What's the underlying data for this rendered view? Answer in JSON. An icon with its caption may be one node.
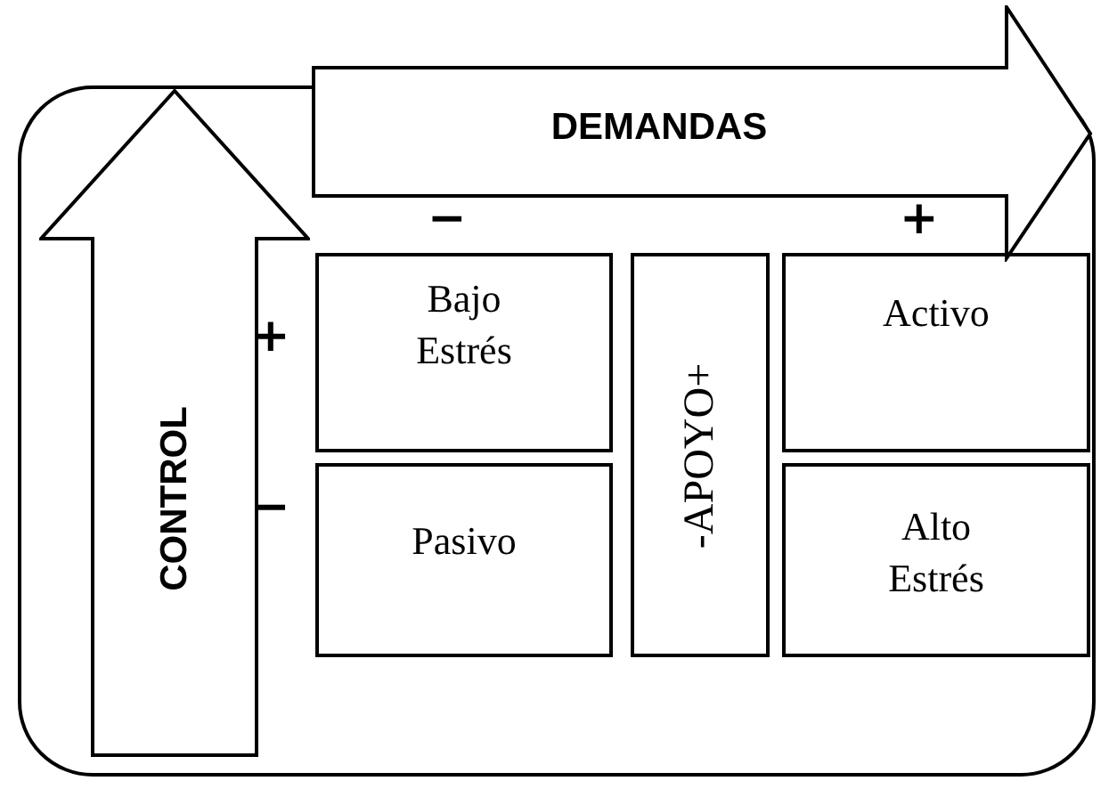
{
  "diagram": {
    "nodes": [
      {
        "text": [],
        "shape": "box"
      },
      {
        "text": [
          "DEMANDAS"
        ]
      },
      {
        "text": [
          "CONTROL"
        ],
        "in": 0
      },
      {
        "text": [
          "Bajo Estrés"
        ],
        "in": 0
      },
      {
        "text": [
          "-APOYO+"
        ],
        "in": 0
      },
      {
        "text": [
          "Activo"
        ],
        "in": 0
      },
      {
        "text": [
          "Pasivo"
        ],
        "in": 0
      },
      {
        "text": [
          "Alto Estrés"
        ],
        "in": 0
      }
    ],
    "labels": [
      "−",
      "+",
      "+",
      "−"
    ]
  }
}
